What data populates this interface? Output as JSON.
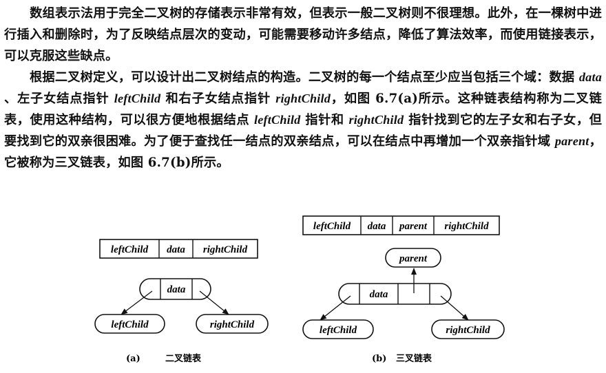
{
  "paragraph1": {
    "s1": "数组表示法用于完全二叉树的存储表示非常有效，但表示一般二叉树则不很理想。此外，在一棵树中进行插入和删除时，为了反映结点层次的变动，可能需要移动许多结点，降低了算法效率，而使用链接表示，可以克服这些缺点。"
  },
  "paragraph2": {
    "t1": "根据二叉树定义，可以设计出二叉树结点的构造。二叉树的每一个结点至少应当包括三个域：数据 ",
    "data_word": "data",
    "t2": " 、左子女结点指针 ",
    "left_word": "leftChild",
    "t3": " 和右子女结点指针 ",
    "right_word": "rightChild",
    "t4": "，如图 6.7(a)所示。这种链表结构称为二叉链表，使用这种结构，可以很方便地根据结点 ",
    "left_word2": "leftChild",
    "t5": " 指针和 ",
    "right_word2": "rightChild",
    "t6": " 指针找到它的左子女和右子女，但要找到它的双亲很困难。为了便于查找任一结点的双亲结点，可以在结点中再增加一个双亲指针域 ",
    "parent_word": "parent",
    "t7": "，它被称为三叉链表，如图 6.7(b)所示。"
  },
  "figure_a": {
    "fields": [
      "leftChild",
      "data",
      "rightChild"
    ],
    "node_data": "data",
    "left_child": "leftChild",
    "right_child": "rightChild",
    "caption_label": "(a)",
    "caption": "二叉链表"
  },
  "figure_b": {
    "fields": [
      "leftChild",
      "data",
      "parent",
      "rightChild"
    ],
    "parent_node": "parent",
    "node_data": "data",
    "left_child": "leftChild",
    "right_child": "rightChild",
    "caption_label": "(b)",
    "caption": "三叉链表"
  }
}
